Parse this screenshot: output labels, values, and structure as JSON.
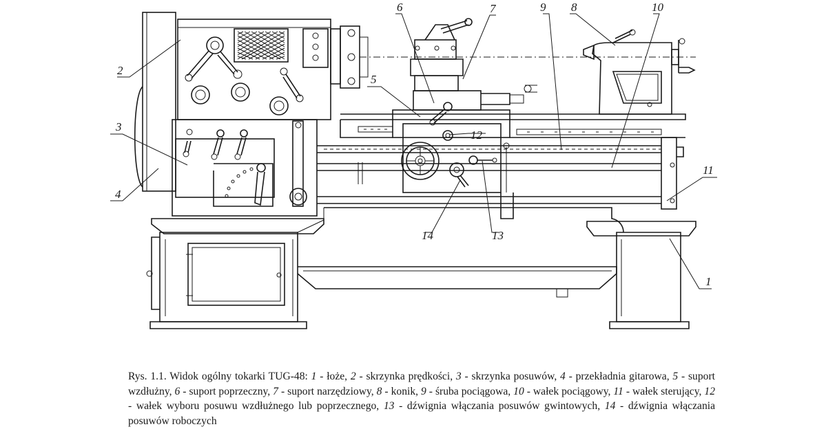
{
  "labels": [
    "1",
    "2",
    "3",
    "4",
    "5",
    "6",
    "7",
    "8",
    "9",
    "10",
    "11",
    "12",
    "13",
    "14"
  ],
  "caption": {
    "prefix": "Rys. 1.1. Widok ogólny tokarki TUG-48: ",
    "items": [
      {
        "num": "1",
        "text": " - łoże, "
      },
      {
        "num": "2",
        "text": " - skrzynka prędkości, "
      },
      {
        "num": "3",
        "text": " - skrzynka posuwów,  "
      },
      {
        "num": "4",
        "text": " - przekładnia gitarowa,  "
      },
      {
        "num": "5",
        "text": " - suport wzdłużny, "
      },
      {
        "num": "6",
        "text": " - suport poprzeczny, "
      },
      {
        "num": "7",
        "text": " - suport narzędziowy, "
      },
      {
        "num": "8",
        "text": " - konik, "
      },
      {
        "num": "9",
        "text": " - śruba pociągowa, "
      },
      {
        "num": "10",
        "text": " - wałek pociągowy, "
      },
      {
        "num": "11",
        "text": " - wałek sterujący, "
      },
      {
        "num": "12",
        "text": " - wałek wyboru posuwu wzdłużnego lub poprzecznego, "
      },
      {
        "num": "13",
        "text": " - dźwignia włączania posuwów gwintowych,  "
      },
      {
        "num": "14",
        "text": " - dźwignia włączania  posuwów roboczych"
      }
    ]
  }
}
